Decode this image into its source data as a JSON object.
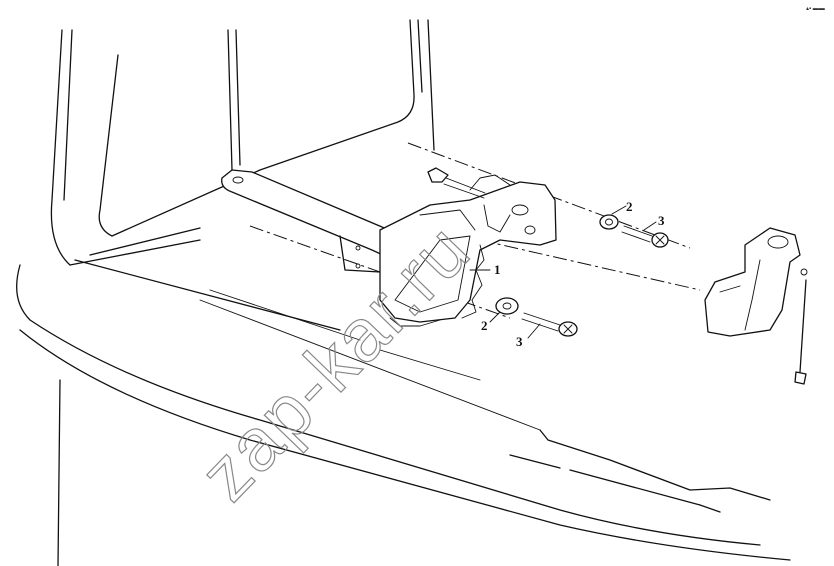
{
  "callouts": [
    {
      "id": "1",
      "label": "1"
    },
    {
      "id": "2a",
      "label": "2"
    },
    {
      "id": "3a",
      "label": "3"
    },
    {
      "id": "2b",
      "label": "2"
    },
    {
      "id": "3b",
      "label": "3"
    }
  ],
  "watermark": "zap-kar.ru",
  "corner_mark": "▴▪ ▬▬",
  "colors": {
    "line": "#111111",
    "watermark": "#888888",
    "background": "#ffffff"
  }
}
